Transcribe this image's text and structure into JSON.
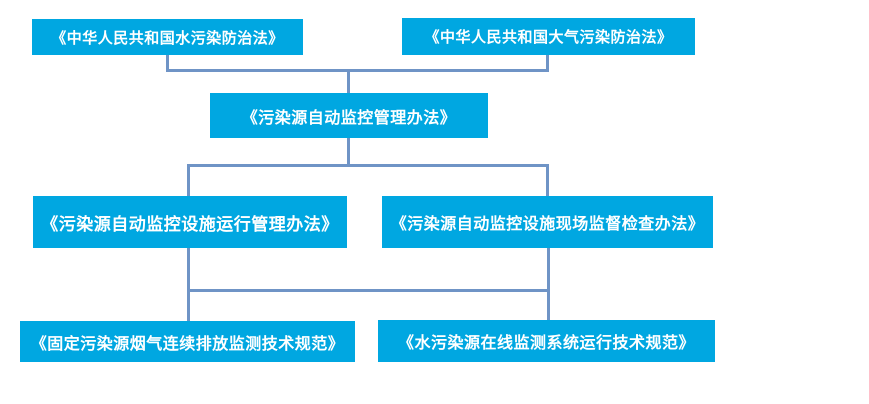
{
  "colors": {
    "background": "#ffffff",
    "node_fill": "#00a7e1",
    "node_text": "#ffffff",
    "connector": "#6f94c6"
  },
  "nodes": [
    {
      "id": "water-pollution-law",
      "label": "《中华人民共和国水污染防治法》"
    },
    {
      "id": "air-pollution-law",
      "label": "《中华人民共和国大气污染防治法》"
    },
    {
      "id": "auto-monitoring-measures",
      "label": "《污染源自动监控管理办法》"
    },
    {
      "id": "facility-operation-measures",
      "label": "《污染源自动监控设施运行管理办法》"
    },
    {
      "id": "onsite-inspection-measures",
      "label": "《污染源自动监控设施现场监督检查办法》"
    },
    {
      "id": "flue-gas-cems-spec",
      "label": "《固定污染源烟气连续排放监测技术规范》"
    },
    {
      "id": "water-online-monitoring-spec",
      "label": "《水污染源在线监测系统运行技术规范》"
    }
  ],
  "edges": [
    {
      "from": "water-pollution-law",
      "to": "auto-monitoring-measures"
    },
    {
      "from": "air-pollution-law",
      "to": "auto-monitoring-measures"
    },
    {
      "from": "auto-monitoring-measures",
      "to": "facility-operation-measures"
    },
    {
      "from": "auto-monitoring-measures",
      "to": "onsite-inspection-measures"
    },
    {
      "from": "facility-operation-measures",
      "to": "flue-gas-cems-spec"
    },
    {
      "from": "onsite-inspection-measures",
      "to": "water-online-monitoring-spec"
    }
  ]
}
